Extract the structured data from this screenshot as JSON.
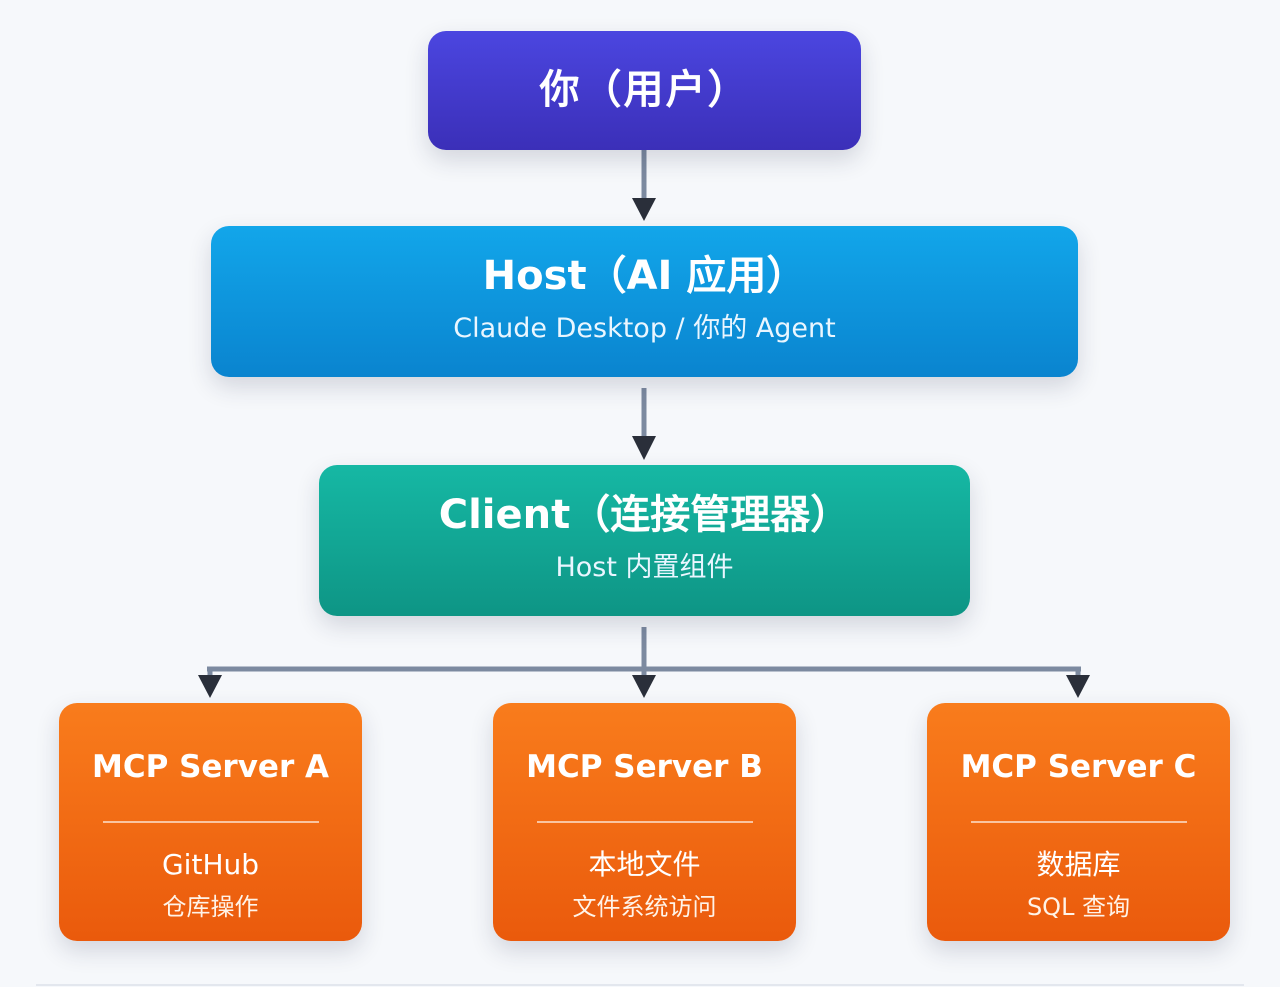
{
  "user": {
    "title": "你（用户）"
  },
  "host": {
    "title": "Host（AI 应用）",
    "subtitle": "Claude Desktop / 你的 Agent"
  },
  "client": {
    "title": "Client（连接管理器）",
    "subtitle": "Host 内置组件"
  },
  "servers": [
    {
      "title": "MCP Server A",
      "main": "GitHub",
      "sub": "仓库操作"
    },
    {
      "title": "MCP Server B",
      "main": "本地文件",
      "sub": "文件系统访问"
    },
    {
      "title": "MCP Server C",
      "main": "数据库",
      "sub": "SQL 查询"
    }
  ],
  "colors": {
    "user": "#4338ca",
    "host": "#0ea5e9",
    "client": "#14b8a6",
    "server": "#f97316",
    "connector": "#7c8aa0",
    "arrow": "#2a2f3a"
  }
}
